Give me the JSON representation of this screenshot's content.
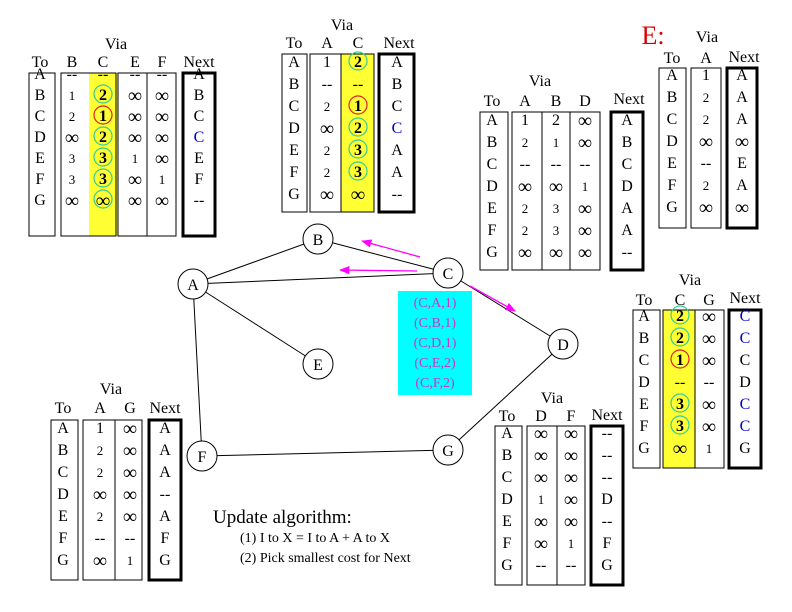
{
  "colors": {
    "highlight": "#ffff33",
    "message_box": "#00ffff",
    "message_text": "#cc33cc",
    "arrow": "#ff00ff",
    "circle_green": "#33cc99",
    "circle_red": "#dd2222",
    "title_red": "#dd0000",
    "next_blue": "#0000cc"
  },
  "labels": {
    "to": "To",
    "via": "Via",
    "next": "Next"
  },
  "inf": "∞",
  "e_title": "E:",
  "update": {
    "title": "Update algorithm:",
    "line1": "(1) I to X = I to A + A to X",
    "line2": "(2) Pick smallest cost for Next"
  },
  "nodes": [
    "A",
    "B",
    "C",
    "D",
    "E",
    "F",
    "G"
  ],
  "edges": [
    [
      "A",
      "B"
    ],
    [
      "A",
      "C"
    ],
    [
      "A",
      "E"
    ],
    [
      "A",
      "F"
    ],
    [
      "B",
      "C"
    ],
    [
      "C",
      "D"
    ],
    [
      "F",
      "G"
    ],
    [
      "G",
      "D"
    ]
  ],
  "messages": [
    "(C,A,1)",
    "(C,B,1)",
    "(C,D,1)",
    "(C,E,2)",
    "(C,F,2)"
  ],
  "tables": [
    {
      "id": "A",
      "to": [
        "A",
        "B",
        "C",
        "D",
        "E",
        "F",
        "G"
      ],
      "via": [
        "B",
        "C",
        "E",
        "F"
      ],
      "highlight_col": 1,
      "cols": [
        [
          "--",
          "1",
          "2",
          "∞",
          "3",
          "3",
          "∞"
        ],
        [
          "--",
          "2",
          "1",
          "2",
          "3",
          "3",
          "∞"
        ],
        [
          "--",
          "∞",
          "∞",
          "∞",
          "1",
          "∞",
          "∞"
        ],
        [
          "--",
          "∞",
          "∞",
          "∞",
          "∞",
          "1",
          "∞"
        ]
      ],
      "marks": [
        [
          "0",
          "0",
          "0",
          "0",
          "0",
          "0",
          "0"
        ],
        [
          "0",
          "G",
          "R",
          "G",
          "G",
          "G",
          "G"
        ],
        [
          "0",
          "0",
          "0",
          "0",
          "0",
          "0",
          "0"
        ],
        [
          "0",
          "0",
          "0",
          "0",
          "0",
          "0",
          "0"
        ]
      ],
      "next": [
        "A",
        "B",
        "C",
        "C",
        "E",
        "F",
        "--"
      ],
      "next_blue": [
        false,
        false,
        false,
        true,
        false,
        false,
        false
      ]
    },
    {
      "id": "B",
      "to": [
        "A",
        "B",
        "C",
        "D",
        "E",
        "F",
        "G"
      ],
      "via": [
        "A",
        "C"
      ],
      "highlight_col": 1,
      "cols": [
        [
          "1",
          "--",
          "2",
          "∞",
          "2",
          "2",
          "∞"
        ],
        [
          "2",
          "--",
          "1",
          "2",
          "3",
          "3",
          "∞"
        ]
      ],
      "marks": [
        [
          "0",
          "0",
          "0",
          "0",
          "0",
          "0",
          "0"
        ],
        [
          "G",
          "0",
          "R",
          "G",
          "G",
          "G",
          "0"
        ]
      ],
      "next": [
        "A",
        "B",
        "C",
        "C",
        "A",
        "A",
        "--"
      ],
      "next_blue": [
        false,
        false,
        false,
        true,
        false,
        false,
        false
      ]
    },
    {
      "id": "D",
      "to": [
        "A",
        "B",
        "C",
        "D",
        "E",
        "F",
        "G"
      ],
      "via": [
        "A",
        "B",
        "D"
      ],
      "highlight_col": -1,
      "cols": [
        [
          "1",
          "2",
          "--",
          "∞",
          "2",
          "2",
          "∞"
        ],
        [
          "2",
          "1",
          "--",
          "∞",
          "3",
          "3",
          "∞"
        ],
        [
          "∞",
          "∞",
          "--",
          "1",
          "∞",
          "∞",
          "∞"
        ]
      ],
      "marks": [
        [
          "0",
          "0",
          "0",
          "0",
          "0",
          "0",
          "0"
        ],
        [
          "0",
          "0",
          "0",
          "0",
          "0",
          "0",
          "0"
        ],
        [
          "0",
          "0",
          "0",
          "0",
          "0",
          "0",
          "0"
        ]
      ],
      "next": [
        "A",
        "B",
        "C",
        "D",
        "A",
        "A",
        "--"
      ],
      "next_blue": [
        false,
        false,
        false,
        false,
        false,
        false,
        false
      ]
    },
    {
      "id": "E",
      "to": [
        "A",
        "B",
        "C",
        "D",
        "E",
        "F",
        "G"
      ],
      "via": [
        "A"
      ],
      "highlight_col": -1,
      "cols": [
        [
          "1",
          "2",
          "2",
          "∞",
          "--",
          "2",
          "∞"
        ]
      ],
      "marks": [
        [
          "0",
          "0",
          "0",
          "0",
          "0",
          "0",
          "0"
        ]
      ],
      "next": [
        "A",
        "A",
        "A",
        "∞",
        "E",
        "A",
        "∞"
      ],
      "next_blue": [
        false,
        false,
        false,
        false,
        false,
        false,
        false
      ]
    },
    {
      "id": "Cmid",
      "to": [
        "A",
        "B",
        "C",
        "D",
        "E",
        "F",
        "G"
      ],
      "via": [
        "C",
        "G"
      ],
      "highlight_col": 0,
      "cols": [
        [
          "2",
          "2",
          "1",
          "--",
          "3",
          "3",
          "∞"
        ],
        [
          "∞",
          "∞",
          "∞",
          "--",
          "∞",
          "∞",
          "1"
        ]
      ],
      "marks": [
        [
          "G",
          "G",
          "R",
          "0",
          "G",
          "G",
          "0"
        ],
        [
          "0",
          "0",
          "0",
          "0",
          "0",
          "0",
          "0"
        ]
      ],
      "next": [
        "C",
        "C",
        "C",
        "D",
        "C",
        "C",
        "G"
      ],
      "next_blue": [
        true,
        true,
        false,
        false,
        true,
        true,
        false
      ]
    },
    {
      "id": "F",
      "to": [
        "A",
        "B",
        "C",
        "D",
        "E",
        "F",
        "G"
      ],
      "via": [
        "A",
        "G"
      ],
      "highlight_col": -1,
      "cols": [
        [
          "1",
          "2",
          "2",
          "∞",
          "2",
          "--",
          "∞"
        ],
        [
          "∞",
          "∞",
          "∞",
          "∞",
          "∞",
          "--",
          "1"
        ]
      ],
      "marks": [
        [
          "0",
          "0",
          "0",
          "0",
          "0",
          "0",
          "0"
        ],
        [
          "0",
          "0",
          "0",
          "0",
          "0",
          "0",
          "0"
        ]
      ],
      "next": [
        "A",
        "A",
        "A",
        "--",
        "A",
        "F",
        "G"
      ],
      "next_blue": [
        false,
        false,
        false,
        false,
        false,
        false,
        false
      ]
    },
    {
      "id": "G",
      "to": [
        "A",
        "B",
        "C",
        "D",
        "E",
        "F",
        "G"
      ],
      "via": [
        "D",
        "F"
      ],
      "highlight_col": -1,
      "cols": [
        [
          "∞",
          "∞",
          "∞",
          "1",
          "∞",
          "∞",
          "--"
        ],
        [
          "∞",
          "∞",
          "∞",
          "∞",
          "∞",
          "1",
          "--"
        ]
      ],
      "marks": [
        [
          "0",
          "0",
          "0",
          "0",
          "0",
          "0",
          "0"
        ],
        [
          "0",
          "0",
          "0",
          "0",
          "0",
          "0",
          "0"
        ]
      ],
      "next": [
        "--",
        "--",
        "--",
        "D",
        "--",
        "F",
        "G"
      ],
      "next_blue": [
        false,
        false,
        false,
        false,
        false,
        false,
        false
      ]
    }
  ]
}
